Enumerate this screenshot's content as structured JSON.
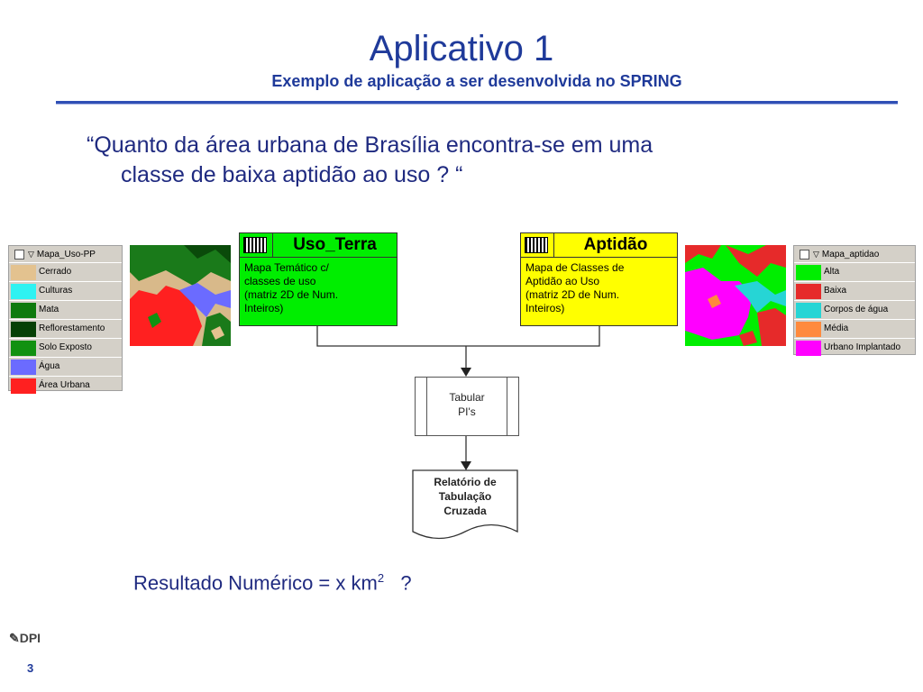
{
  "header": {
    "title": "Aplicativo 1",
    "subtitle": "Exemplo de aplicação a ser desenvolvida no SPRING"
  },
  "question": {
    "line1": "“Quanto da área urbana de Brasília encontra-se  em   uma",
    "line2": "classe de baixa aptidão ao uso ? “"
  },
  "legend_left": {
    "title": "Mapa_Uso-PP",
    "items": [
      {
        "label": "Cerrado",
        "color": "#e3c28f"
      },
      {
        "label": "Culturas",
        "color": "#2ef2f2"
      },
      {
        "label": "Mata",
        "color": "#0e7a0e"
      },
      {
        "label": "Reflorestamento",
        "color": "#064006"
      },
      {
        "label": "Solo Exposto",
        "color": "#119111"
      },
      {
        "label": "Água",
        "color": "#6b6bff"
      },
      {
        "label": "Área Urbana",
        "color": "#ff2020"
      }
    ]
  },
  "legend_right": {
    "title": "Mapa_aptidao",
    "items": [
      {
        "label": "Alta",
        "color": "#00ee00"
      },
      {
        "label": "Baixa",
        "color": "#e62a2a"
      },
      {
        "label": "Corpos de água",
        "color": "#26d5d5"
      },
      {
        "label": "Média",
        "color": "#ff8a3d"
      },
      {
        "label": "Urbano Implantado",
        "color": "#ff00ff"
      }
    ]
  },
  "box_uso": {
    "title": "Uso_Terra",
    "body": [
      "Mapa Temático c/",
      "classes de uso",
      "(matriz 2D de Num.",
      "Inteiros)"
    ],
    "color": "#00ee00"
  },
  "box_aptidao": {
    "title": "Aptidão",
    "body": [
      "Mapa de Classes de",
      "Aptidão ao Uso",
      "(matriz 2D de Num.",
      "Inteiros)"
    ],
    "color": "#ffff00"
  },
  "process": {
    "line1": "Tabular",
    "line2": "PI's"
  },
  "report": {
    "line1": "Relatório de",
    "line2": "Tabulação",
    "line3": "Cruzada"
  },
  "result": {
    "text": "Resultado Numérico = x   km",
    "sup": "2",
    "tail": "   ?"
  },
  "footer": {
    "logo": "DPI",
    "page": "3"
  }
}
